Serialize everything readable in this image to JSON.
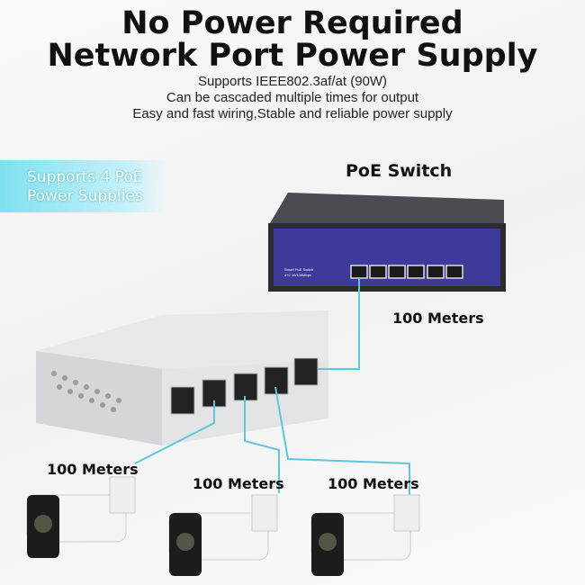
{
  "header": {
    "title_line1": "No Power Required",
    "title_line2": "Network Port Power Supply",
    "features": [
      "Supports IEEE802.3af/at (90W)",
      "Can be cascaded multiple times for output",
      "Easy and fast wiring,Stable and reliable power supply"
    ]
  },
  "badge": {
    "line1": "Supports 4 PoE",
    "line2": "Power Supplies"
  },
  "switch": {
    "label": "PoE Switch",
    "panel_text_1": "Smart PoE Switch",
    "panel_text_2": "4+2 10/100Mbps"
  },
  "distances": {
    "uplink": "100 Meters",
    "camera1": "100 Meters",
    "camera2": "100 Meters",
    "camera3": "100 Meters"
  },
  "colors": {
    "cable": "#5fc8dc",
    "switch_panel": "#3d3a9a",
    "badge": "#7fe0f0"
  }
}
